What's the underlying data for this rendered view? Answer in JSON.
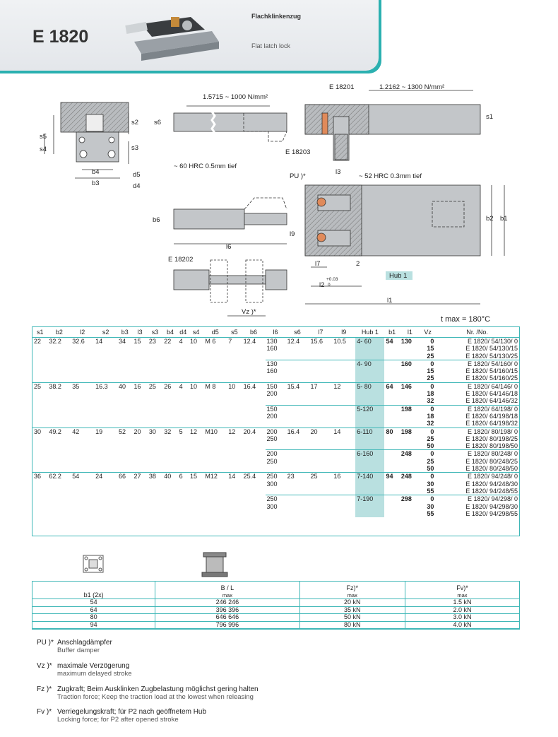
{
  "header": {
    "code": "E 1820",
    "title_de": "Flachklinkenzug",
    "title_en": "Flat latch lock"
  },
  "labels": {
    "l_1_5715": "1.5715  ~ 1000 N/mm²",
    "l_e18201": "E 18201",
    "l_1_2162": "1.2162  ~ 1300 N/mm²",
    "l_s2": "s2",
    "l_s3": "s3",
    "l_s5": "s5",
    "l_s4": "s4",
    "l_s6": "s6",
    "l_b4": "b4",
    "l_b3": "b3",
    "l_d5": "d5",
    "l_d4": "d4",
    "l_s1": "s1",
    "l_e18203": "E 18203",
    "l_l3": "l3",
    "l_60hrc": "~ 60 HRC 0.5mm tief",
    "l_pu": "PU )*",
    "l_52hrc": "~ 52 HRC 0.3mm tief",
    "l_b6": "b6",
    "l_l9": "l9",
    "l_l6": "l6",
    "l_b2": "b2",
    "l_b1": "b1",
    "l_e18202": "E 18202",
    "l_l7": "l7",
    "l_2": "2",
    "l_hub1": "Hub 1",
    "l_l2": "l2",
    "l_tol": "+0.03",
    "l_tol0": "0",
    "l_vz": "Vz )*",
    "l_l1": "l1"
  },
  "t_max": "t max = 180°C",
  "table1": {
    "headers": [
      "s1",
      "b2",
      "l2",
      "s2",
      "b3",
      "l3",
      "s3",
      "b4",
      "d4",
      "s4",
      "d5",
      "s5",
      "b6",
      "l6",
      "s6",
      "l7",
      "l9",
      "Hub 1",
      "b1",
      "l1",
      "Vz",
      "Nr. /No."
    ],
    "groups": [
      {
        "dims": [
          "22",
          "32.2",
          "32.6",
          "14",
          "34",
          "15",
          "23",
          "22",
          "4",
          "10",
          "M 6",
          "7",
          "12.4"
        ],
        "s6": "12.4",
        "l7": "15.6",
        "l9": "10.5",
        "b1": "54",
        "subs": [
          {
            "l6": [
              "130",
              "160"
            ],
            "hub": "4-  60",
            "l1": "130",
            "vz": [
              "0",
              "15",
              "25"
            ],
            "nr": [
              "E 1820/  54/130/  0",
              "E 1820/  54/130/15",
              "E 1820/  54/130/25"
            ]
          },
          {
            "l6": [
              "130",
              "160"
            ],
            "hub": "4-  90",
            "l1": "160",
            "vz": [
              "0",
              "15",
              "25"
            ],
            "nr": [
              "E 1820/  54/160/  0",
              "E 1820/  54/160/15",
              "E 1820/  54/160/25"
            ]
          }
        ]
      },
      {
        "dims": [
          "25",
          "38.2",
          "35",
          "16.3",
          "40",
          "16",
          "25",
          "26",
          "4",
          "10",
          "M 8",
          "10",
          "16.4"
        ],
        "s6": "15.4",
        "l7": "17",
        "l9": "12",
        "b1": "64",
        "subs": [
          {
            "l6": [
              "150",
              "200"
            ],
            "hub": "5-  80",
            "l1": "146",
            "vz": [
              "0",
              "18",
              "32"
            ],
            "nr": [
              "E 1820/  64/146/  0",
              "E 1820/  64/146/18",
              "E 1820/  64/146/32"
            ]
          },
          {
            "l6": [
              "150",
              "200"
            ],
            "hub": "5-120",
            "l1": "198",
            "vz": [
              "0",
              "18",
              "32"
            ],
            "nr": [
              "E 1820/  64/198/  0",
              "E 1820/  64/198/18",
              "E 1820/  64/198/32"
            ]
          }
        ]
      },
      {
        "dims": [
          "30",
          "49.2",
          "42",
          "19",
          "52",
          "20",
          "30",
          "32",
          "5",
          "12",
          "M10",
          "12",
          "20.4"
        ],
        "s6": "16.4",
        "l7": "20",
        "l9": "14",
        "b1": "80",
        "subs": [
          {
            "l6": [
              "200",
              "250"
            ],
            "hub": "6-110",
            "l1": "198",
            "vz": [
              "0",
              "25",
              "50"
            ],
            "nr": [
              "E 1820/  80/198/  0",
              "E 1820/  80/198/25",
              "E 1820/  80/198/50"
            ]
          },
          {
            "l6": [
              "200",
              "250"
            ],
            "hub": "6-160",
            "l1": "248",
            "vz": [
              "0",
              "25",
              "50"
            ],
            "nr": [
              "E 1820/  80/248/  0",
              "E 1820/  80/248/25",
              "E 1820/  80/248/50"
            ]
          }
        ]
      },
      {
        "dims": [
          "36",
          "62.2",
          "54",
          "24",
          "66",
          "27",
          "38",
          "40",
          "6",
          "15",
          "M12",
          "14",
          "25.4"
        ],
        "s6": "23",
        "l7": "25",
        "l9": "16",
        "b1": "94",
        "subs": [
          {
            "l6": [
              "250",
              "300"
            ],
            "hub": "7-140",
            "l1": "248",
            "vz": [
              "0",
              "30",
              "55"
            ],
            "nr": [
              "E 1820/  94/248/  0",
              "E 1820/  94/248/30",
              "E 1820/  94/248/55"
            ]
          },
          {
            "l6": [
              "250",
              "300"
            ],
            "hub": "7-190",
            "l1": "298",
            "vz": [
              "0",
              "30",
              "55"
            ],
            "nr": [
              "E 1820/  94/298/  0",
              "E 1820/  94/298/30",
              "E 1820/  94/298/55"
            ]
          }
        ]
      }
    ]
  },
  "table2": {
    "headers": [
      {
        "main": "b1 (2x)",
        "sub": ""
      },
      {
        "main": "B / L",
        "sub": "max"
      },
      {
        "main": "Fz)*",
        "sub": "max"
      },
      {
        "main": "Fv)*",
        "sub": "max"
      }
    ],
    "rows": [
      [
        "54",
        "246 246",
        "20 kN",
        "1.5 kN"
      ],
      [
        "64",
        "396 396",
        "35 kN",
        "2.0 kN"
      ],
      [
        "80",
        "646 646",
        "50 kN",
        "3.0 kN"
      ],
      [
        "94",
        "796 996",
        "80 kN",
        "4.0 kN"
      ]
    ]
  },
  "footnotes": [
    {
      "key": "PU )*",
      "de": "Anschlagdämpfer",
      "en": "Buffer damper"
    },
    {
      "key": "Vz )*",
      "de": "maximale Verzögerung",
      "en": "maximum delayed stroke"
    },
    {
      "key": "Fz )*",
      "de": "Zugkraft;  Beim Ausklinken Zugbelastung möglichst gering halten",
      "en": "Traction force;  Keep the traction load at the lowest when releasing"
    },
    {
      "key": "Fv )*",
      "de": "Verriegelungskraft; für P2 nach geöffnetem Hub",
      "en": "Locking force; for P2 after opened stroke"
    }
  ]
}
